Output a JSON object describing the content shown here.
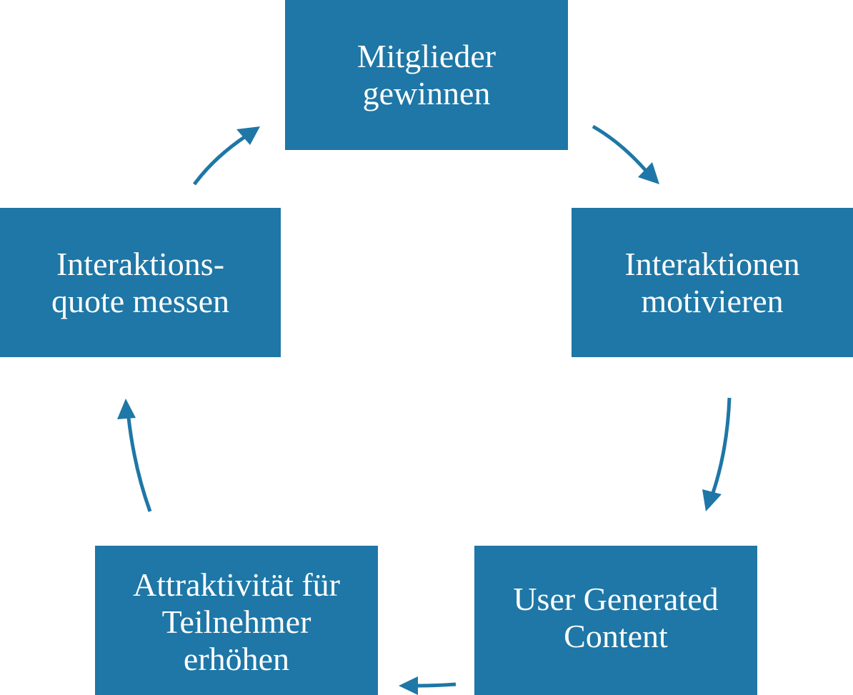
{
  "colors": {
    "box_fill": "#1e77a6",
    "box_text": "#ffffff",
    "arrow": "#1e77a6",
    "background": "#ffffff"
  },
  "nodes": [
    {
      "lines": [
        "Mitglieder",
        "gewinnen"
      ]
    },
    {
      "lines": [
        "Interaktionen",
        "motivieren"
      ]
    },
    {
      "lines": [
        "User Generated",
        "Content"
      ]
    },
    {
      "lines": [
        "Attraktivität für",
        "Teilnehmer",
        "erhöhen"
      ]
    },
    {
      "lines": [
        "Interaktions-",
        "quote messen"
      ]
    }
  ]
}
